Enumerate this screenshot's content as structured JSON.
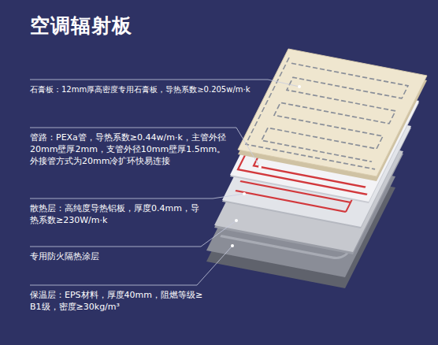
{
  "diagram": {
    "title": "空调辐射板",
    "labels": [
      "石膏板：12mm厚高密度专用石膏板，导热系数≥0.205w/m·k",
      "管路：PEXa管，导热系数≥0.44w/m·k，主管外径20mm壁厚2mm，支管外径10mm壁厚1.5mm。外接管方式为20mm冷扩环快易连接",
      "散热层：高纯度导热铝板，厚度0.4mm，导热系数≥230W/m·k",
      "专用防火隔热涂层",
      "保温层：EPS材料，厚度40mm，阻燃等级≥B1级，密度≥30kg/m³"
    ]
  }
}
